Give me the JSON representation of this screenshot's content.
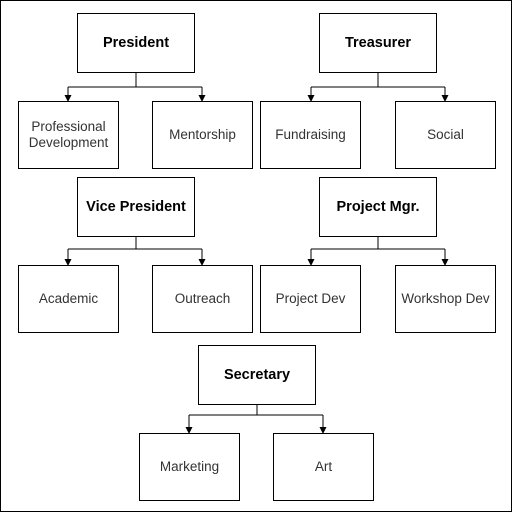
{
  "diagram": {
    "groups": [
      {
        "head": "President",
        "children": [
          "Professional Development",
          "Mentorship"
        ]
      },
      {
        "head": "Treasurer",
        "children": [
          "Fundraising",
          "Social"
        ]
      },
      {
        "head": "Vice President",
        "children": [
          "Academic",
          "Outreach"
        ]
      },
      {
        "head": "Project Mgr.",
        "children": [
          "Project Dev",
          "Workshop Dev"
        ]
      },
      {
        "head": "Secretary",
        "children": [
          "Marketing",
          "Art"
        ]
      }
    ]
  },
  "colors": {
    "border": "#000000",
    "background": "#ffffff",
    "text": "#333333"
  }
}
